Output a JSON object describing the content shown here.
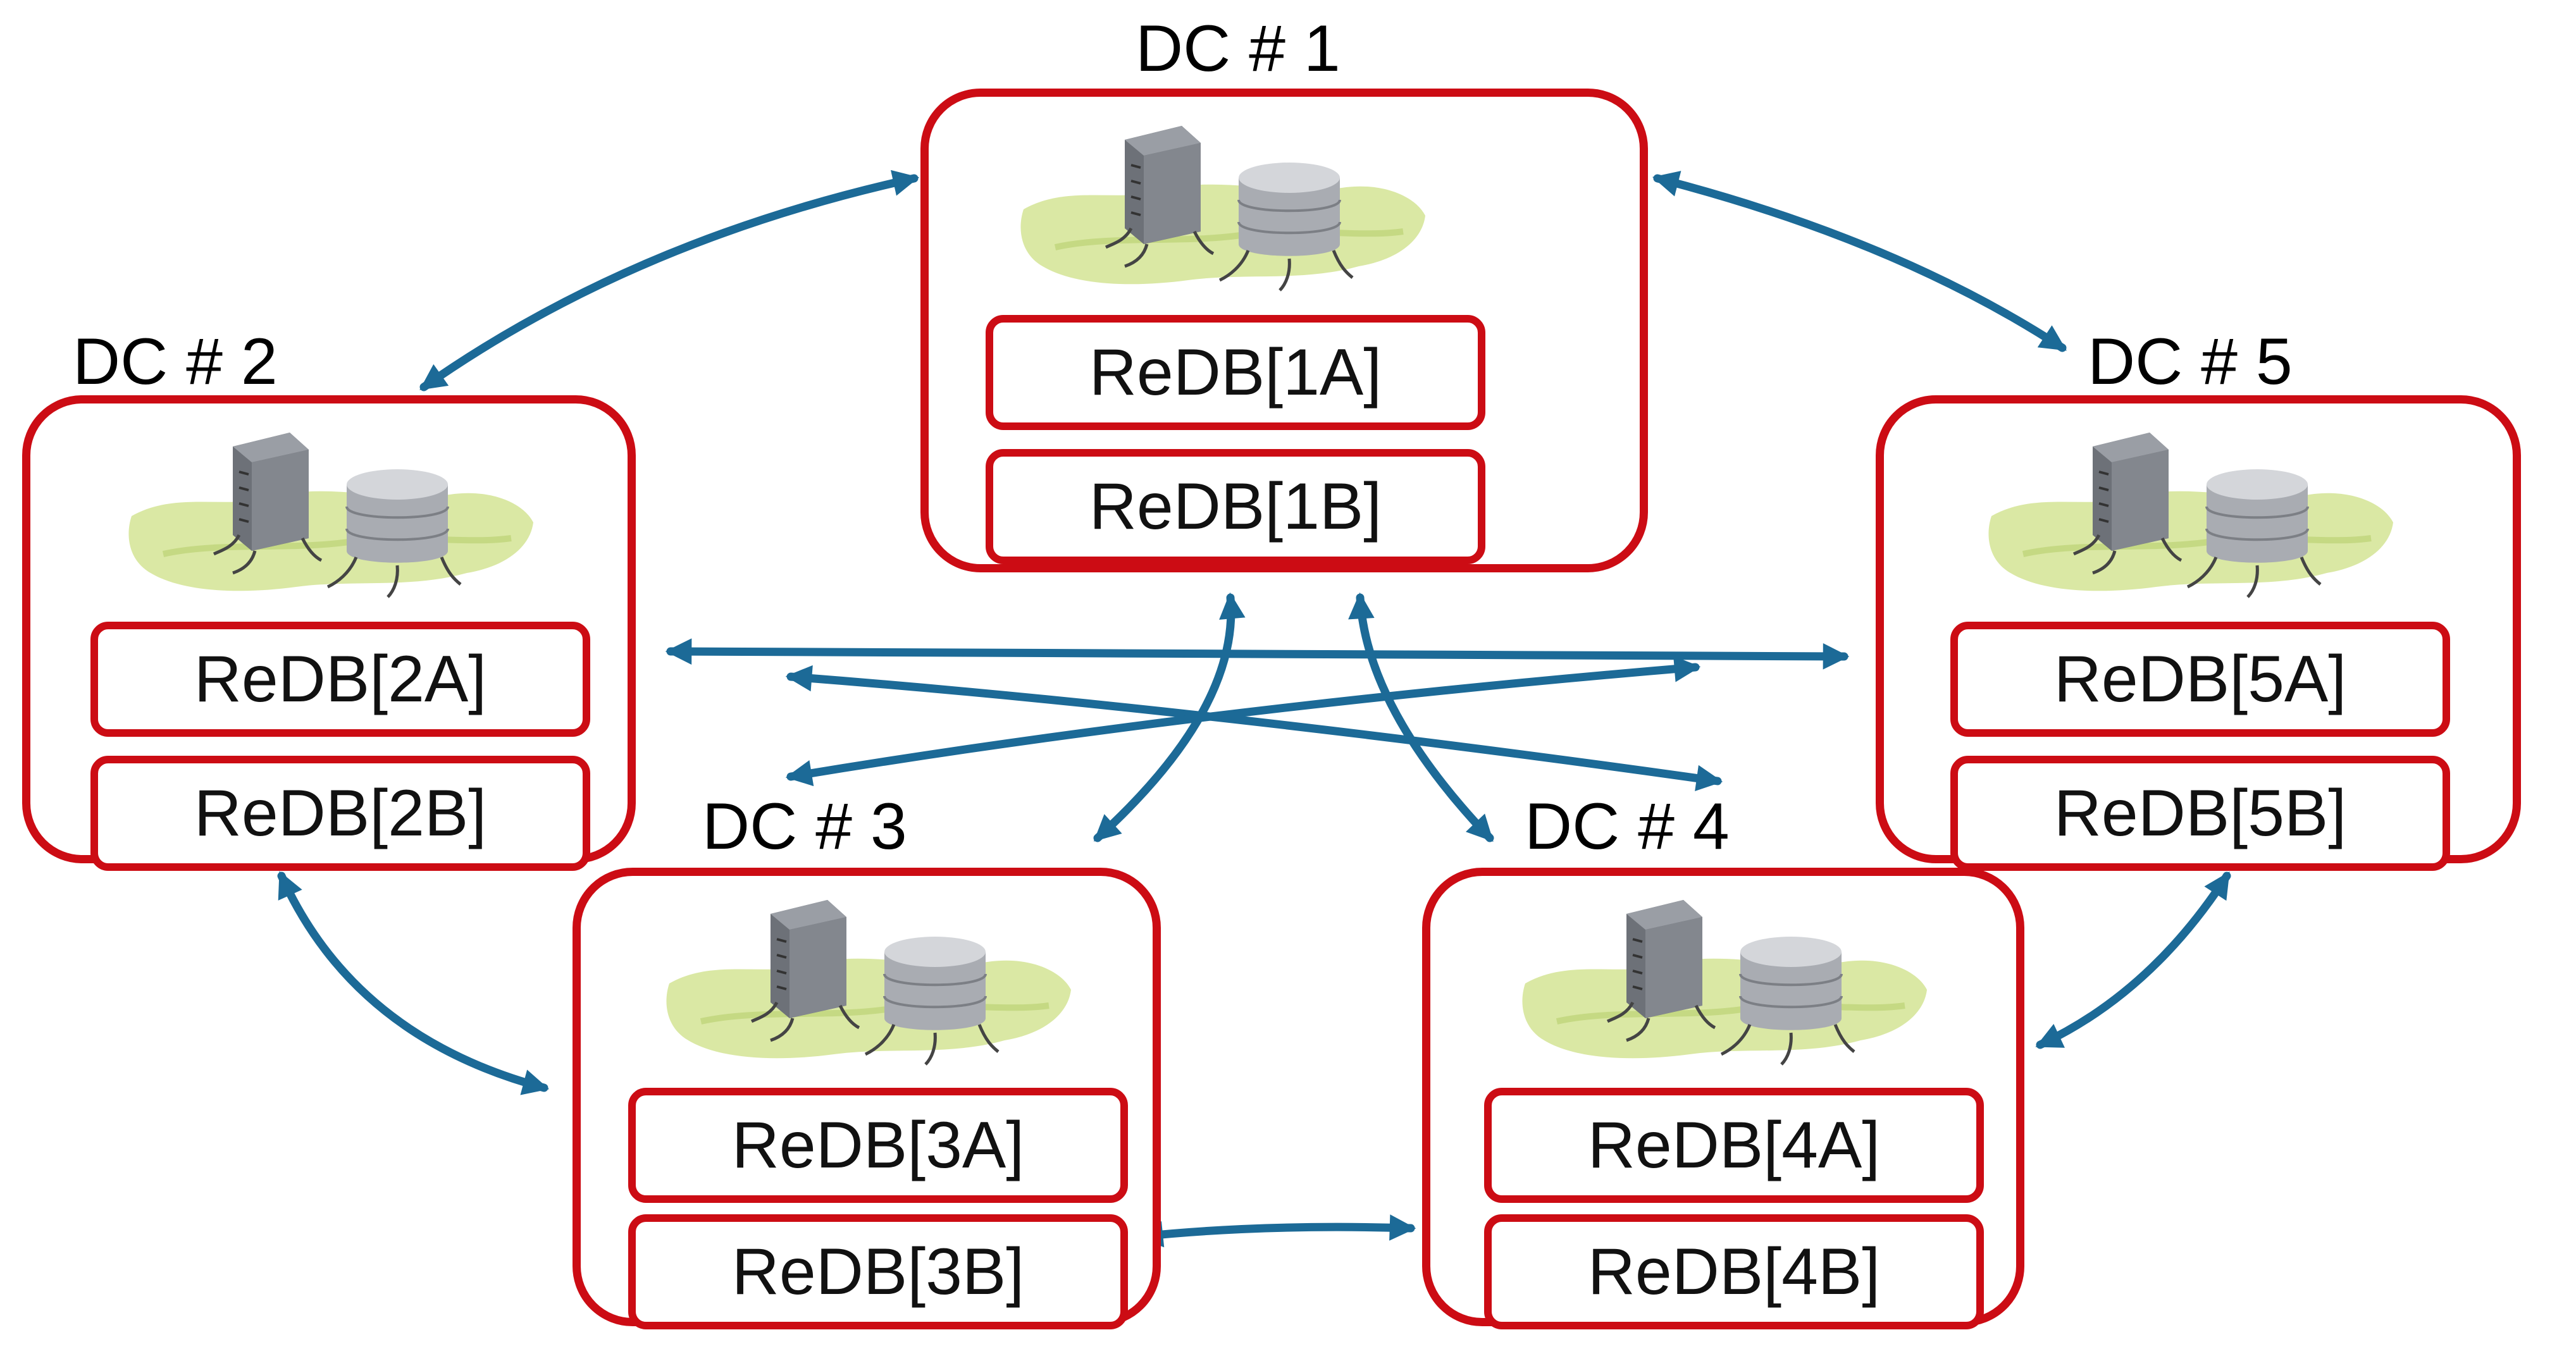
{
  "colors": {
    "box_border": "#cc0c14",
    "arrow": "#1c6a97",
    "text": "#000000",
    "grass": "#d6e59a",
    "server": "#7b7f86",
    "database": "#b9bcc2"
  },
  "icons": [
    "server-icon",
    "database-icon"
  ],
  "datacenters": [
    {
      "id": "dc1",
      "title": "DC # 1",
      "replicas": [
        "ReDB[1A]",
        "ReDB[1B]"
      ]
    },
    {
      "id": "dc2",
      "title": "DC # 2",
      "replicas": [
        "ReDB[2A]",
        "ReDB[2B]"
      ]
    },
    {
      "id": "dc3",
      "title": "DC # 3",
      "replicas": [
        "ReDB[3A]",
        "ReDB[3B]"
      ]
    },
    {
      "id": "dc4",
      "title": "DC # 4",
      "replicas": [
        "ReDB[4A]",
        "ReDB[4B]"
      ]
    },
    {
      "id": "dc5",
      "title": "DC # 5",
      "replicas": [
        "ReDB[5A]",
        "ReDB[5B]"
      ]
    }
  ],
  "links": [
    {
      "from": "dc1",
      "to": "dc2",
      "direction": "bidirectional"
    },
    {
      "from": "dc1",
      "to": "dc5",
      "direction": "bidirectional"
    },
    {
      "from": "dc1",
      "to": "dc3",
      "direction": "bidirectional"
    },
    {
      "from": "dc1",
      "to": "dc4",
      "direction": "bidirectional"
    },
    {
      "from": "dc2",
      "to": "dc5",
      "direction": "bidirectional"
    },
    {
      "from": "dc2",
      "to": "dc4",
      "direction": "bidirectional"
    },
    {
      "from": "dc3",
      "to": "dc5",
      "direction": "bidirectional"
    },
    {
      "from": "dc2",
      "to": "dc3",
      "direction": "bidirectional"
    },
    {
      "from": "dc3",
      "to": "dc4",
      "direction": "bidirectional"
    },
    {
      "from": "dc4",
      "to": "dc5",
      "direction": "bidirectional"
    }
  ]
}
